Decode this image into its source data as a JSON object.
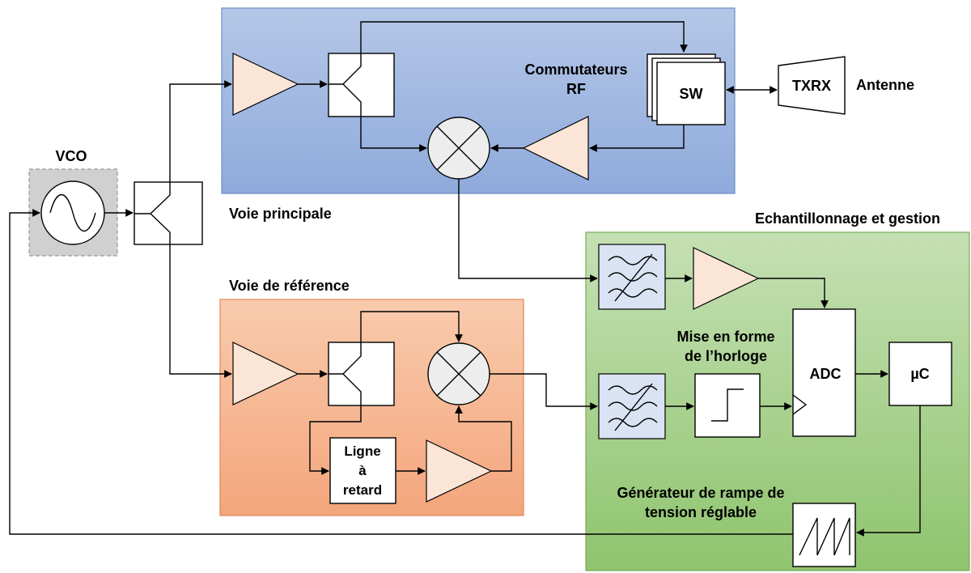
{
  "labels": {
    "vco": "VCO",
    "commutateurs_line1": "Commutateurs",
    "commutateurs_line2": "RF",
    "sw": "SW",
    "txrx": "TXRX",
    "antenne": "Antenne",
    "voie_principale": "Voie principale",
    "echantillonnage": "Echantillonnage et gestion",
    "voie_reference": "Voie de référence",
    "mise_en_forme_line1": "Mise en forme",
    "mise_en_forme_line2": "de l’horloge",
    "adc": "ADC",
    "uc": "µC",
    "ligne_line1": "Ligne",
    "ligne_line2": "à",
    "ligne_line3": "retard",
    "generateur_line1": "Générateur de rampe de",
    "generateur_line2": "tension réglable"
  },
  "colors": {
    "voie_principale_bg": "#8ea9db",
    "voie_reference_bg": "#f4b183",
    "echantillonnage_bg": "#a9d18e",
    "amplifier_fill": "#fbe5d6",
    "filter_fill": "#dae3f3",
    "vco_bg": "#d0d0d0"
  }
}
